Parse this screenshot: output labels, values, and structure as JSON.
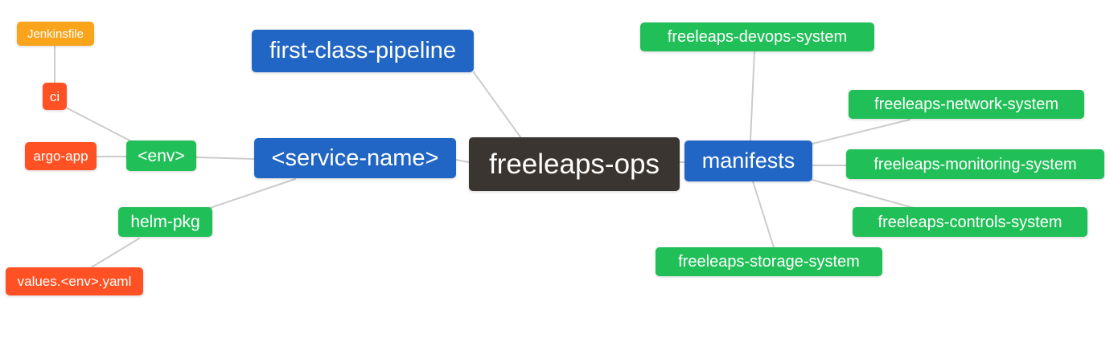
{
  "diagram": {
    "kind": "mindmap",
    "root": "freeleaps-ops",
    "connections": [
      [
        "freeleaps-ops",
        "first-class-pipeline"
      ],
      [
        "freeleaps-ops",
        "<service-name>"
      ],
      [
        "freeleaps-ops",
        "manifests"
      ],
      [
        "<service-name>",
        "<env>"
      ],
      [
        "<service-name>",
        "helm-pkg"
      ],
      [
        "<env>",
        "ci"
      ],
      [
        "<env>",
        "argo-app"
      ],
      [
        "ci",
        "Jenkinsfile"
      ],
      [
        "helm-pkg",
        "values.<env>.yaml"
      ],
      [
        "manifests",
        "freeleaps-devops-system"
      ],
      [
        "manifests",
        "freeleaps-network-system"
      ],
      [
        "manifests",
        "freeleaps-monitoring-system"
      ],
      [
        "manifests",
        "freeleaps-controls-system"
      ],
      [
        "manifests",
        "freeleaps-storage-system"
      ]
    ]
  },
  "nodes": {
    "root": {
      "label": "freeleaps-ops",
      "color": "#3b3531"
    },
    "first_class_pipeline": {
      "label": "first-class-pipeline",
      "color": "#2166c4"
    },
    "service_name": {
      "label": "<service-name>",
      "color": "#2166c4"
    },
    "manifests": {
      "label": "manifests",
      "color": "#2166c4"
    },
    "env": {
      "label": "<env>",
      "color": "#21bf58"
    },
    "helm_pkg": {
      "label": "helm-pkg",
      "color": "#21bf58"
    },
    "ci": {
      "label": "ci",
      "color": "#ff5123"
    },
    "argo_app": {
      "label": "argo-app",
      "color": "#ff5123"
    },
    "jenkinsfile": {
      "label": "Jenkinsfile",
      "color": "#faa41b"
    },
    "values_env_yaml": {
      "label": "values.<env>.yaml",
      "color": "#ff5123"
    },
    "devops_system": {
      "label": "freeleaps-devops-system",
      "color": "#21bf58"
    },
    "network_system": {
      "label": "freeleaps-network-system",
      "color": "#21bf58"
    },
    "monitoring_system": {
      "label": "freeleaps-monitoring-system",
      "color": "#21bf58"
    },
    "controls_system": {
      "label": "freeleaps-controls-system",
      "color": "#21bf58"
    },
    "storage_system": {
      "label": "freeleaps-storage-system",
      "color": "#21bf58"
    }
  },
  "palette": {
    "branch_blue": "#2166c4",
    "leaf_green": "#21bf58",
    "leaf_red": "#ff5123",
    "leaf_orange": "#faa41b",
    "root_dark": "#3b3531",
    "edge_gray": "#cccccc",
    "text": "#ffffff",
    "background": "#ffffff"
  }
}
